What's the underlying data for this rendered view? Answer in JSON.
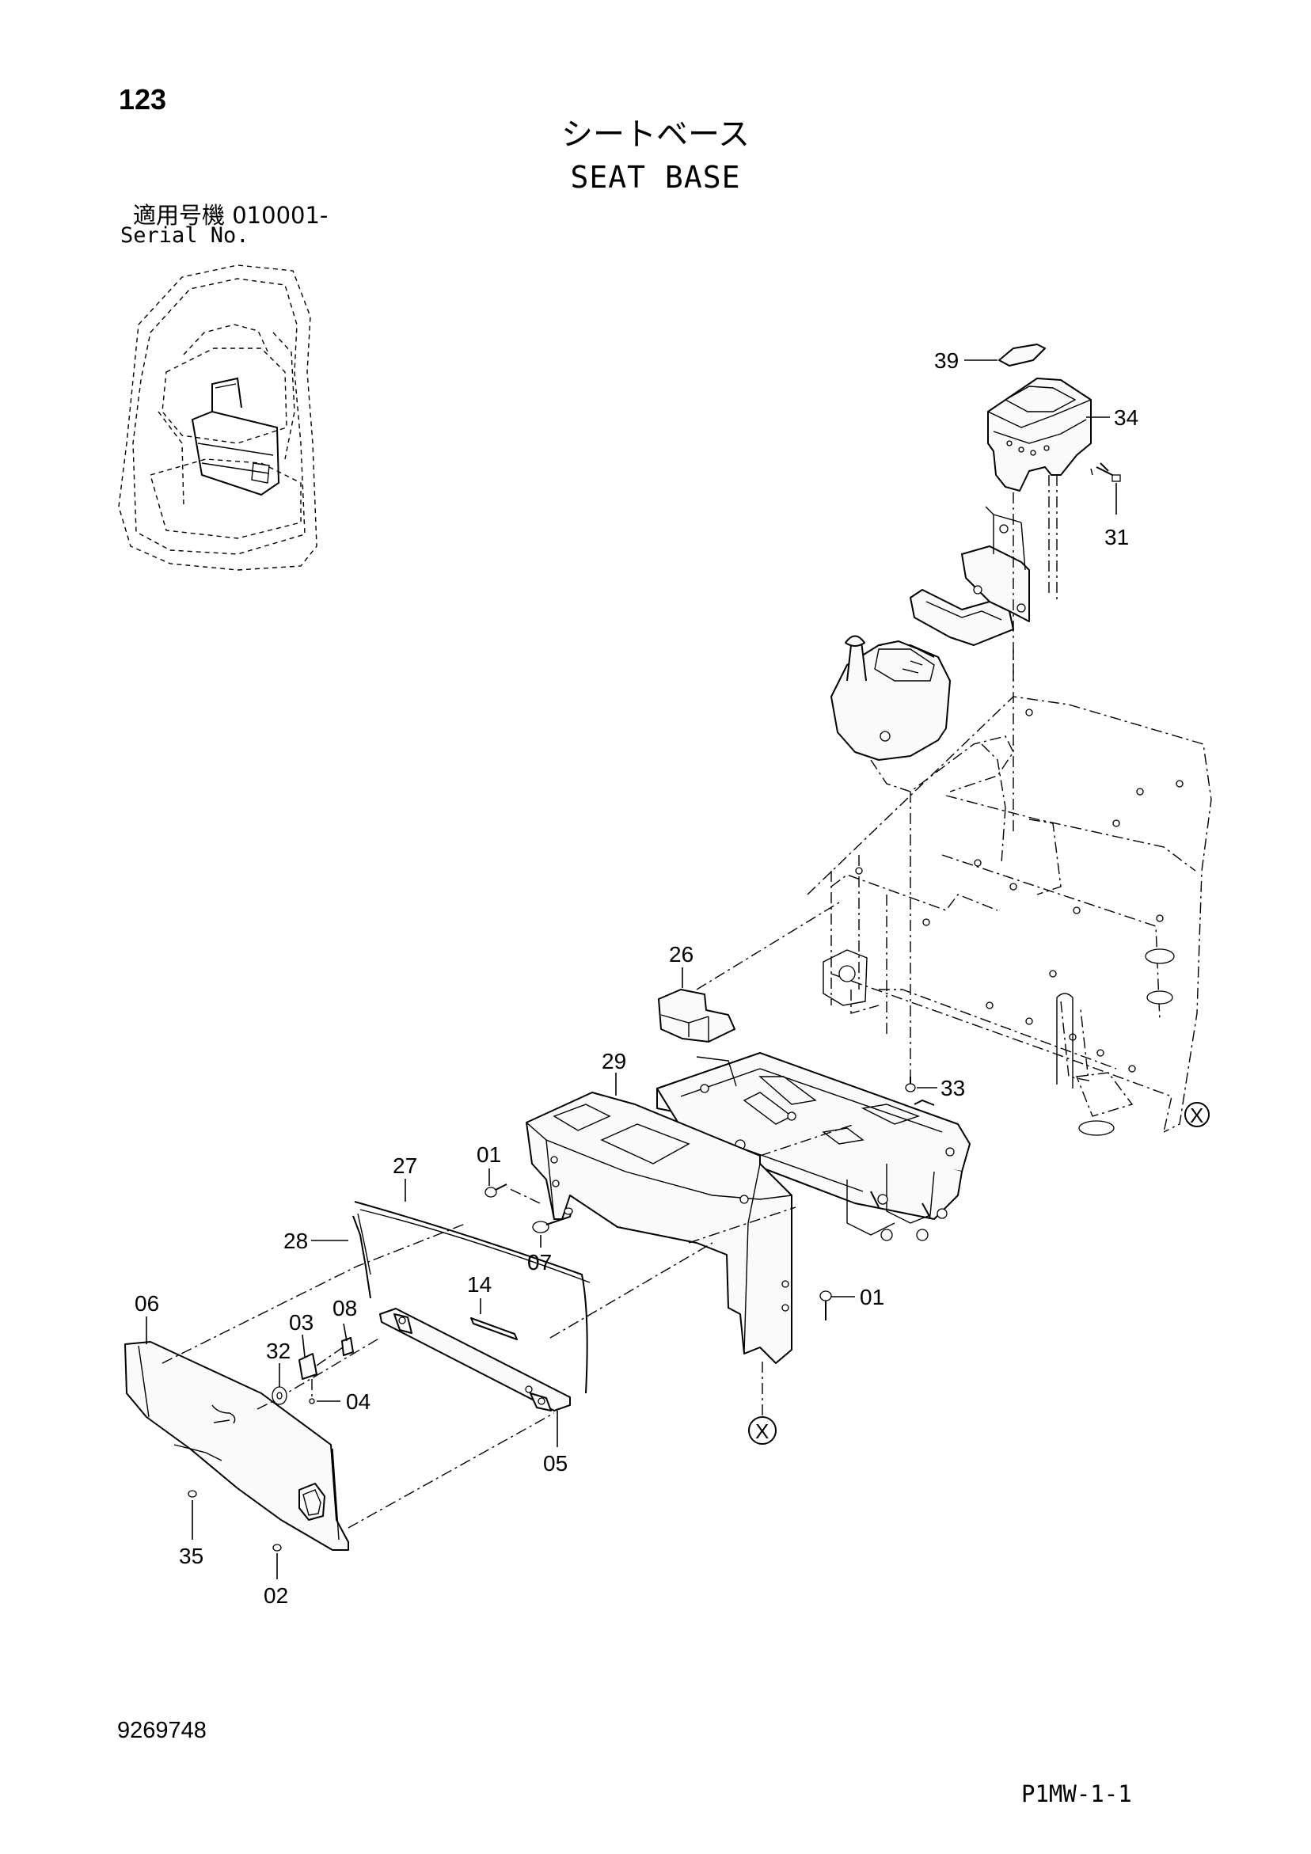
{
  "page_number": "123",
  "title_jp": "シートベース",
  "title_en": "SEAT BASE",
  "serial_jp": "適用号機 010001-",
  "serial_en": "Serial No.",
  "doc_number": "9269748",
  "page_code": "P1MW-1-1",
  "callouts": {
    "c39": "39",
    "c34": "34",
    "c31": "31",
    "c26": "26",
    "c29": "29",
    "c33": "33",
    "c01a": "01",
    "c27": "27",
    "c28": "28",
    "c07": "07",
    "c14": "14",
    "c06": "06",
    "c03": "03",
    "c08": "08",
    "c32": "32",
    "c04": "04",
    "c01b": "01",
    "c05": "05",
    "c35": "35",
    "c02": "02"
  },
  "ref_marks": {
    "x_right": "X",
    "x_center": "X"
  }
}
